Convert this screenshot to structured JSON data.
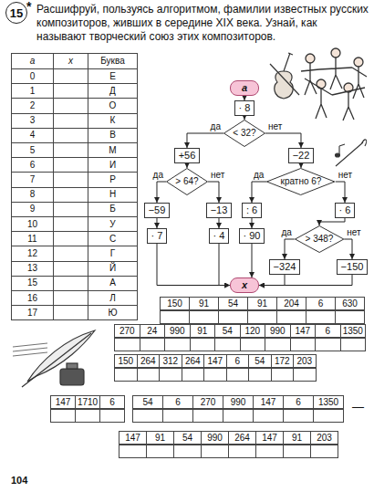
{
  "diagram": {
    "title": "Расшифруй, пользуясь алгоритмом, фамилии известных русских композиторов, живших в середине XIX века. Узнай, как называют творческий союз этих композиторов.",
    "nodes": [
      {
        "text": [
          "15"
        ]
      },
      {
        "text": [
          "a"
        ]
      },
      {
        "text": [
          "· 8"
        ]
      },
      {
        "text": [
          "< 32?"
        ]
      },
      {
        "text": [
          "+56"
        ]
      },
      {
        "text": [
          "−22"
        ]
      },
      {
        "text": [
          "> 64?"
        ]
      },
      {
        "text": [
          "кратно 6?"
        ]
      },
      {
        "text": [
          "−59"
        ]
      },
      {
        "text": [
          "−13"
        ]
      },
      {
        "text": [
          ": 6"
        ]
      },
      {
        "text": [
          "· 6"
        ]
      },
      {
        "text": [
          "· 7"
        ]
      },
      {
        "text": [
          "· 4"
        ]
      },
      {
        "text": [
          "· 90"
        ]
      },
      {
        "text": [
          "> 348?"
        ]
      },
      {
        "text": [
          "−324"
        ]
      },
      {
        "text": [
          "−150"
        ]
      },
      {
        "text": [
          "x"
        ]
      }
    ],
    "edges": [
      {
        "from": 1,
        "to": 2,
        "arrow": "to"
      },
      {
        "from": 2,
        "to": 3,
        "arrow": "to"
      },
      {
        "from": 3,
        "to": 4,
        "arrow": "to",
        "label": "да"
      },
      {
        "from": 3,
        "to": 5,
        "arrow": "to",
        "label": "нет"
      },
      {
        "from": 4,
        "to": 6,
        "arrow": "to"
      },
      {
        "from": 5,
        "to": 7,
        "arrow": "to"
      },
      {
        "from": 6,
        "to": 8,
        "arrow": "to",
        "label": "да"
      },
      {
        "from": 6,
        "to": 9,
        "arrow": "to",
        "label": "нет"
      },
      {
        "from": 7,
        "to": 10,
        "arrow": "to",
        "label": "да"
      },
      {
        "from": 7,
        "to": 11,
        "arrow": "to",
        "label": "нет"
      },
      {
        "from": 8,
        "to": 12,
        "arrow": "to"
      },
      {
        "from": 9,
        "to": 13,
        "arrow": "to"
      },
      {
        "from": 10,
        "to": 14,
        "arrow": "to"
      },
      {
        "from": 11,
        "to": 15,
        "arrow": "to"
      },
      {
        "from": 15,
        "to": 16,
        "arrow": "to",
        "label": "да"
      },
      {
        "from": 15,
        "to": 17,
        "arrow": "to",
        "label": "нет"
      },
      {
        "from": 12,
        "to": 18,
        "arrow": "to"
      },
      {
        "from": 13,
        "to": 18,
        "arrow": "to"
      },
      {
        "from": 14,
        "to": 18,
        "arrow": "to"
      },
      {
        "from": 16,
        "to": 18,
        "arrow": "to"
      },
      {
        "from": 17,
        "to": 18,
        "arrow": "to"
      }
    ],
    "labels": [
      "*",
      "a",
      "x",
      "Буква",
      "0",
      "Е",
      "1",
      "Д",
      "2",
      "О",
      "3",
      "К",
      "4",
      "В",
      "5",
      "М",
      "6",
      "И",
      "7",
      "Р",
      "8",
      "Н",
      "9",
      "Б",
      "10",
      "У",
      "11",
      "С",
      "12",
      "Г",
      "13",
      "Й",
      "15",
      "А",
      "16",
      "Л",
      "17",
      "Ю",
      "150",
      "91",
      "54",
      "91",
      "204",
      "6",
      "630",
      "270",
      "24",
      "990",
      "91",
      "54",
      "120",
      "990",
      "147",
      "6",
      "1350",
      "150",
      "264",
      "312",
      "264",
      "147",
      "6",
      "54",
      "172",
      "203",
      "147",
      "1710",
      "6",
      "54",
      "6",
      "270",
      "990",
      "147",
      "6",
      "1350",
      "—",
      "147",
      "91",
      "54",
      "990",
      "264",
      "147",
      "91",
      "203",
      "104"
    ]
  }
}
